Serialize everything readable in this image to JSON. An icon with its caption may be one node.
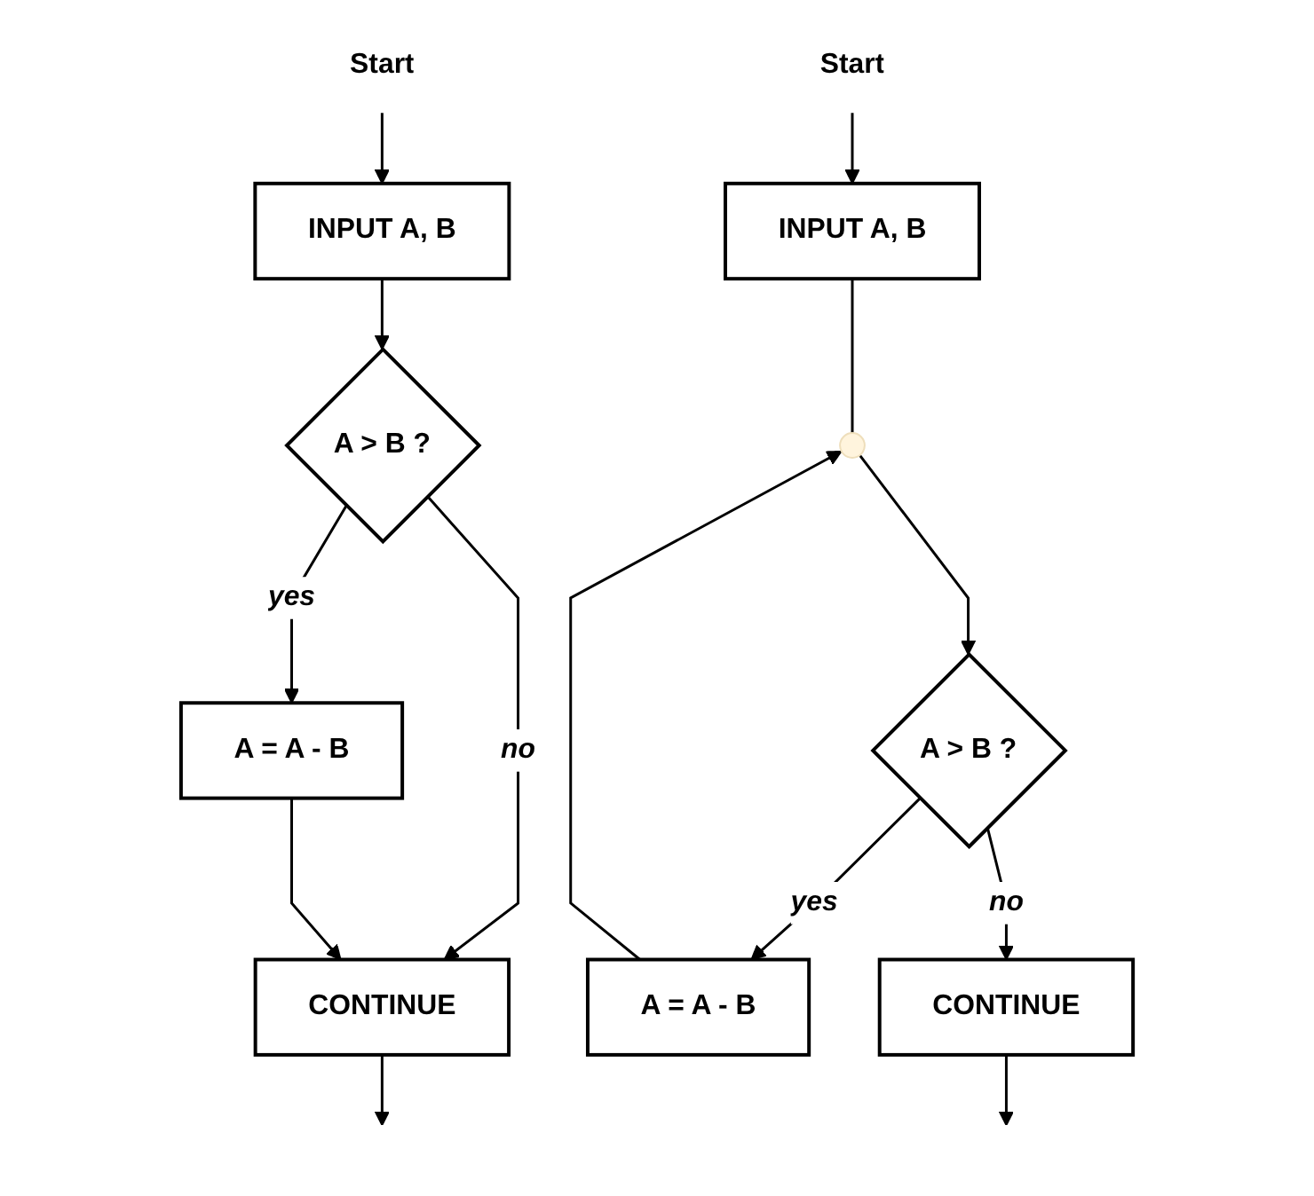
{
  "diagram": {
    "nodes": [
      {
        "text": [
          "Start"
        ]
      },
      {
        "text": [
          "INPUT  A, B"
        ]
      },
      {
        "text": [
          "A > B ?"
        ]
      },
      {
        "text": [
          "A = A - B"
        ]
      },
      {
        "text": [
          "CONTINUE"
        ]
      },
      {
        "text": [
          "Start"
        ]
      },
      {
        "text": [
          "INPUT  A, B"
        ]
      },
      {
        "text": [],
        "shape": "circle"
      },
      {
        "text": [
          "A > B ?"
        ]
      },
      {
        "text": [
          "A = A - B"
        ]
      },
      {
        "text": [
          "CONTINUE"
        ]
      }
    ],
    "edges": [
      {
        "from": 0,
        "to": 1,
        "arrow": "to"
      },
      {
        "from": 1,
        "to": 2,
        "arrow": "to"
      },
      {
        "from": 2,
        "to": 3,
        "label": "yes",
        "arrow": "to"
      },
      {
        "from": 2,
        "to": 4,
        "label": "no",
        "arrow": "to"
      },
      {
        "from": 3,
        "to": 4,
        "arrow": "to"
      },
      {
        "from": 4,
        "to": null,
        "arrow": "to"
      },
      {
        "from": 5,
        "to": 6,
        "arrow": "to"
      },
      {
        "from": 6,
        "to": 7,
        "arrow": "none"
      },
      {
        "from": 7,
        "to": 8,
        "arrow": "to"
      },
      {
        "from": 8,
        "to": 9,
        "label": "yes",
        "arrow": "to"
      },
      {
        "from": 9,
        "to": 7,
        "arrow": "to"
      },
      {
        "from": 8,
        "to": 10,
        "label": "no",
        "arrow": "to"
      },
      {
        "from": 10,
        "to": null,
        "arrow": "to"
      }
    ]
  }
}
